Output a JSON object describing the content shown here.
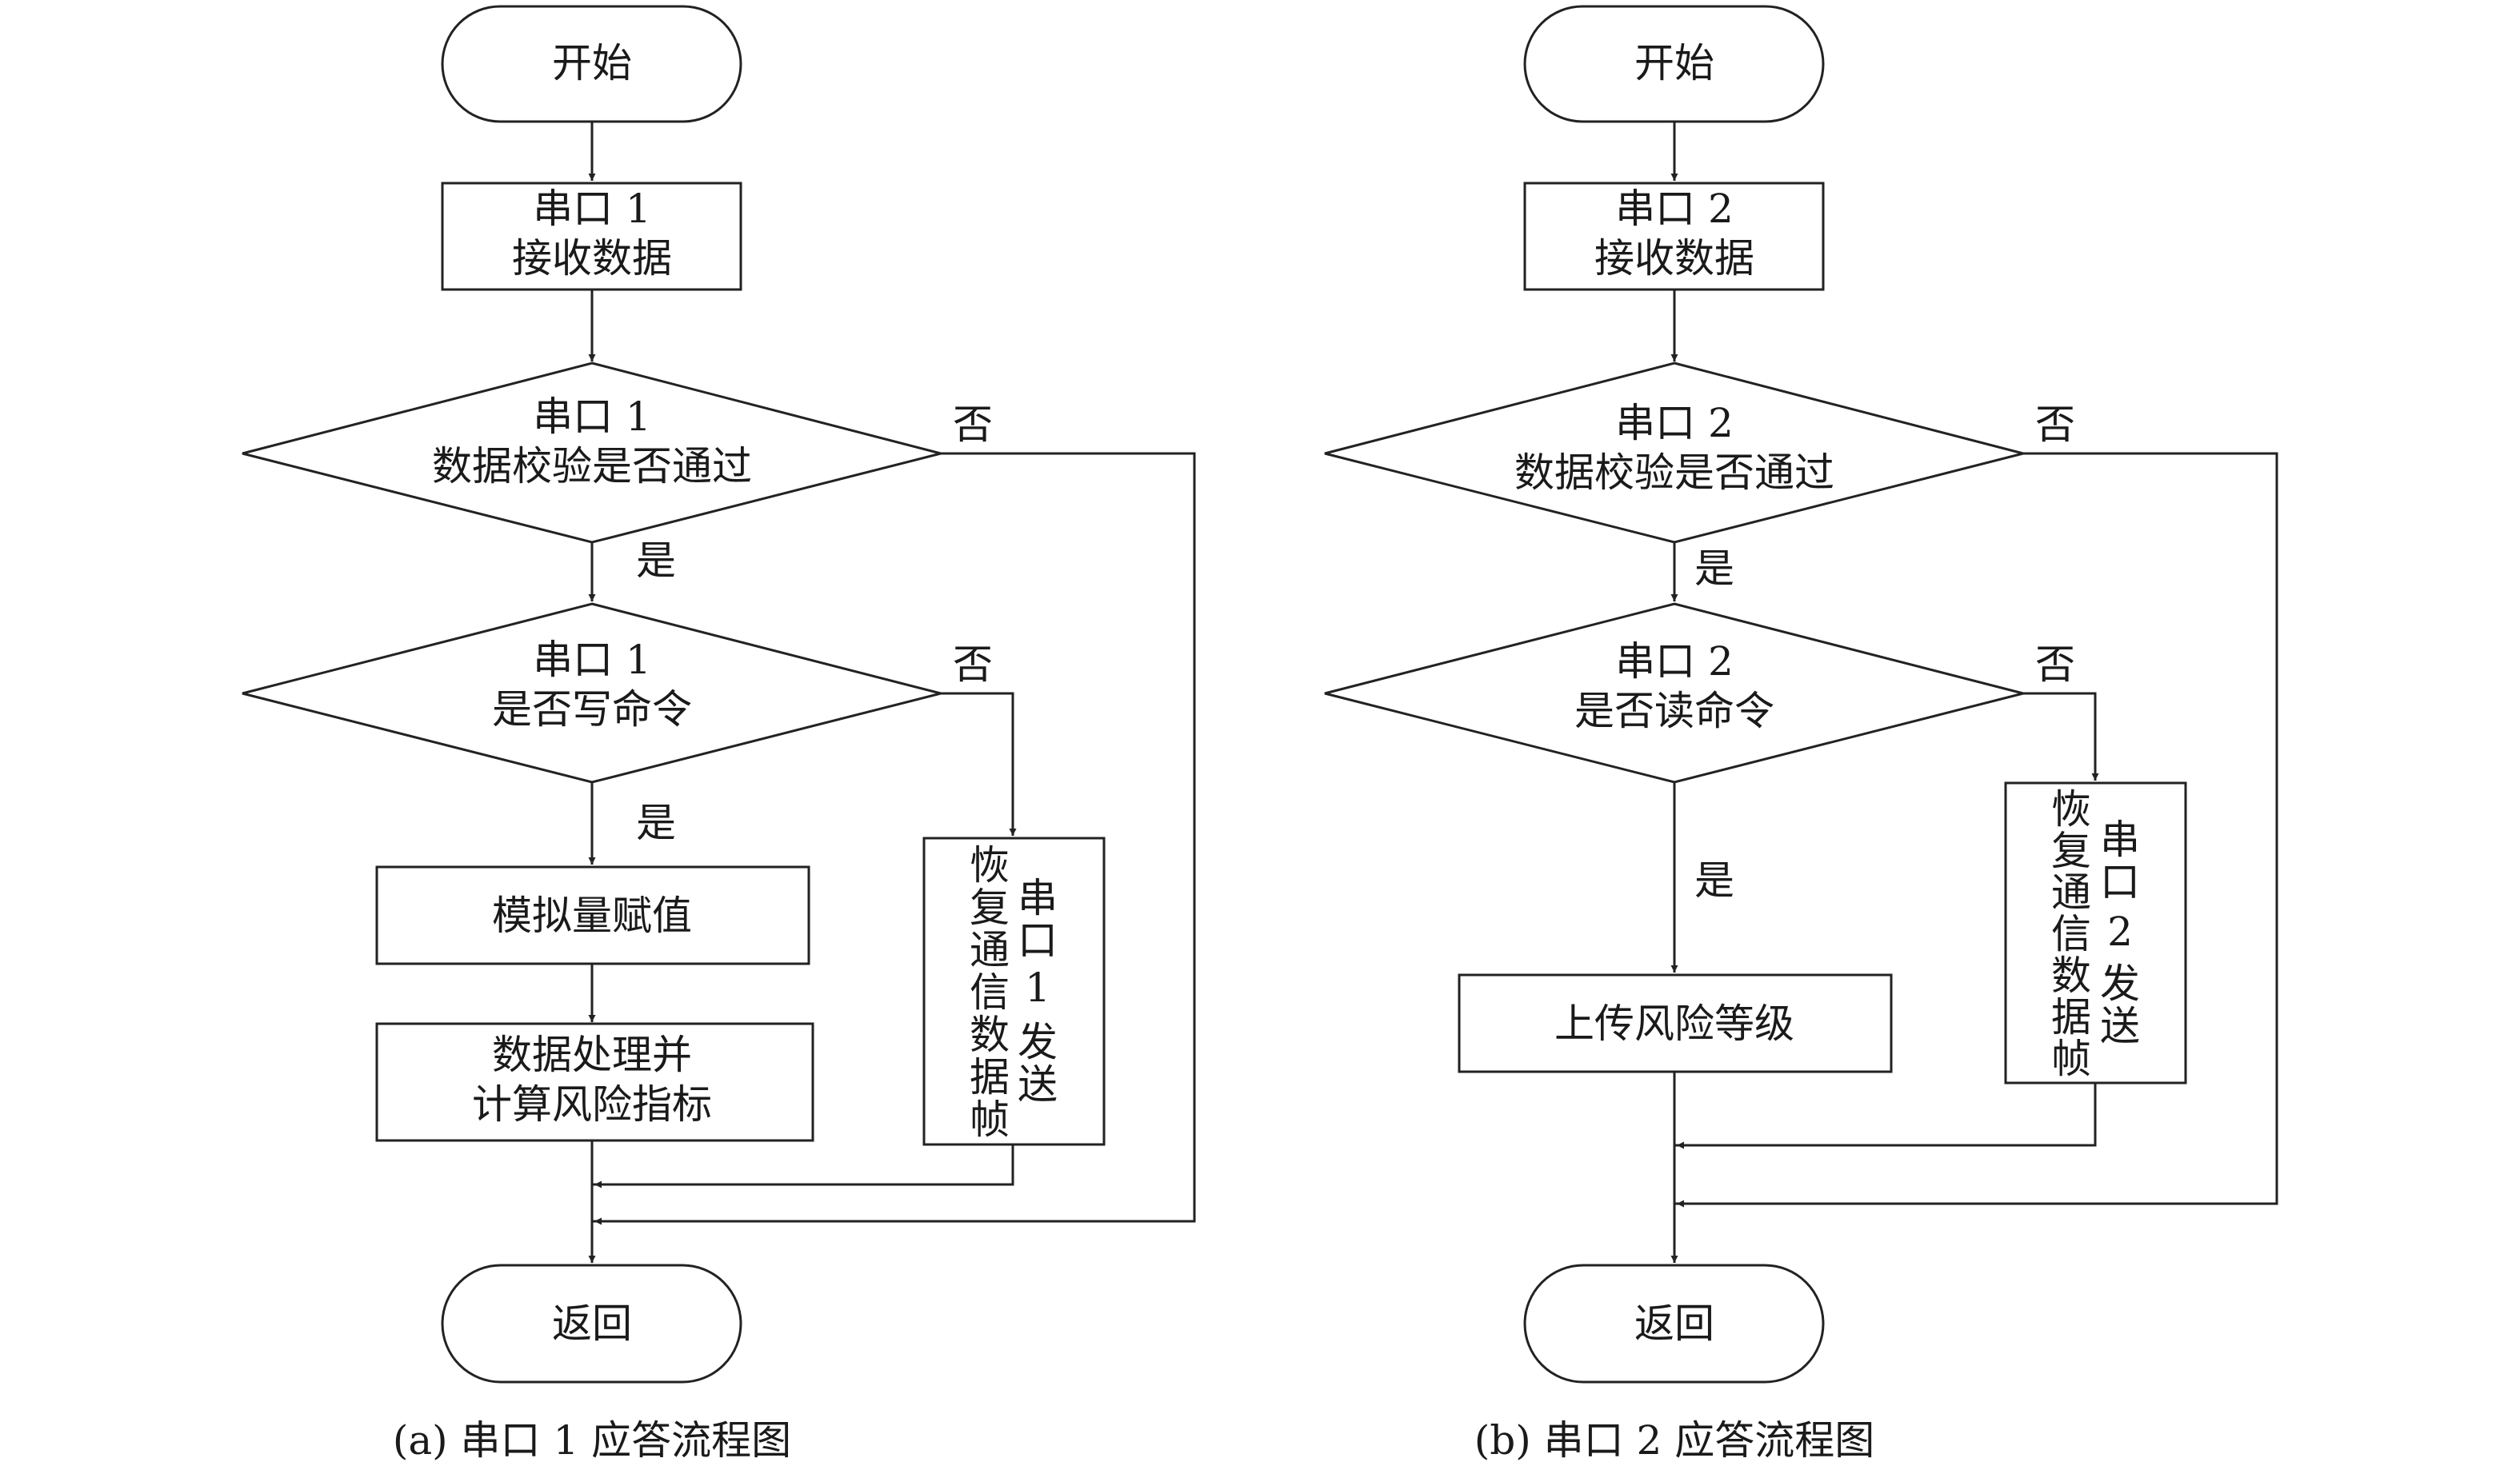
{
  "panel_a": {
    "start": "开始",
    "recv": [
      "串口 1",
      "接收数据"
    ],
    "check": [
      "串口 1",
      "数据校验是否通过"
    ],
    "cmd": [
      "串口 1",
      "是否写命令"
    ],
    "assign": "模拟量赋值",
    "process": [
      "数据处理并",
      "计算风险指标"
    ],
    "restore_col1": [
      "恢",
      "复",
      "通",
      "信",
      "数",
      "据",
      "帧"
    ],
    "restore_col2": [
      "串",
      "口",
      "1",
      "发",
      "送"
    ],
    "yes1": "是",
    "no1": "否",
    "yes2": "是",
    "no2": "否",
    "end": "返回",
    "caption": "(a) 串口 1 应答流程图"
  },
  "panel_b": {
    "start": "开始",
    "recv": [
      "串口 2",
      "接收数据"
    ],
    "check": [
      "串口 2",
      "数据校验是否通过"
    ],
    "cmd": [
      "串口 2",
      "是否读命令"
    ],
    "upload": "上传风险等级",
    "restore_col1": [
      "恢",
      "复",
      "通",
      "信",
      "数",
      "据",
      "帧"
    ],
    "restore_col2": [
      "串",
      "口",
      "2",
      "发",
      "送"
    ],
    "yes1": "是",
    "no1": "否",
    "yes2": "是",
    "no2": "否",
    "end": "返回",
    "caption": "(b) 串口 2 应答流程图"
  }
}
